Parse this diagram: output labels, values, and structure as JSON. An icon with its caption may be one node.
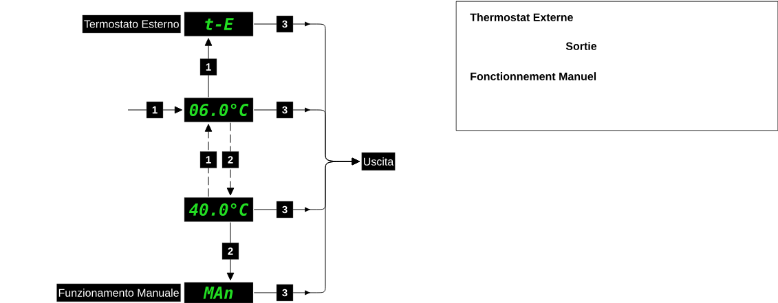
{
  "diagram": {
    "nodes": [
      {
        "text": [
          "t-E"
        ],
        "beside": [
          "Termostato Esterno"
        ]
      },
      {
        "text": [
          "06.0°C"
        ]
      },
      {
        "text": [
          "40.0°C"
        ]
      },
      {
        "text": [
          "MAn"
        ],
        "beside": [
          "Funzionamento Manuale"
        ]
      },
      {
        "text": [
          "Uscita"
        ]
      },
      {
        "text": [
          "Thermostat Externe",
          "Sortie",
          "Fonctionnement Manuel"
        ]
      }
    ],
    "edges": [
      {
        "from": 1,
        "to": 0,
        "label": "1",
        "arrow": "to"
      },
      {
        "from": null,
        "to": 1,
        "label": "1",
        "arrow": "to"
      },
      {
        "from": 2,
        "to": 1,
        "label": "1",
        "arrow": "to",
        "style": "dashed"
      },
      {
        "from": 1,
        "to": 2,
        "label": "2",
        "arrow": "to",
        "style": "dashed"
      },
      {
        "from": 2,
        "to": 3,
        "label": "2",
        "arrow": "to"
      },
      {
        "from": 0,
        "to": 4,
        "label": "3",
        "arrow": "to"
      },
      {
        "from": 1,
        "to": 4,
        "label": "3",
        "arrow": "to"
      },
      {
        "from": 2,
        "to": 4,
        "label": "3",
        "arrow": "to"
      },
      {
        "from": 3,
        "to": 4,
        "label": "3",
        "arrow": "to"
      }
    ]
  }
}
